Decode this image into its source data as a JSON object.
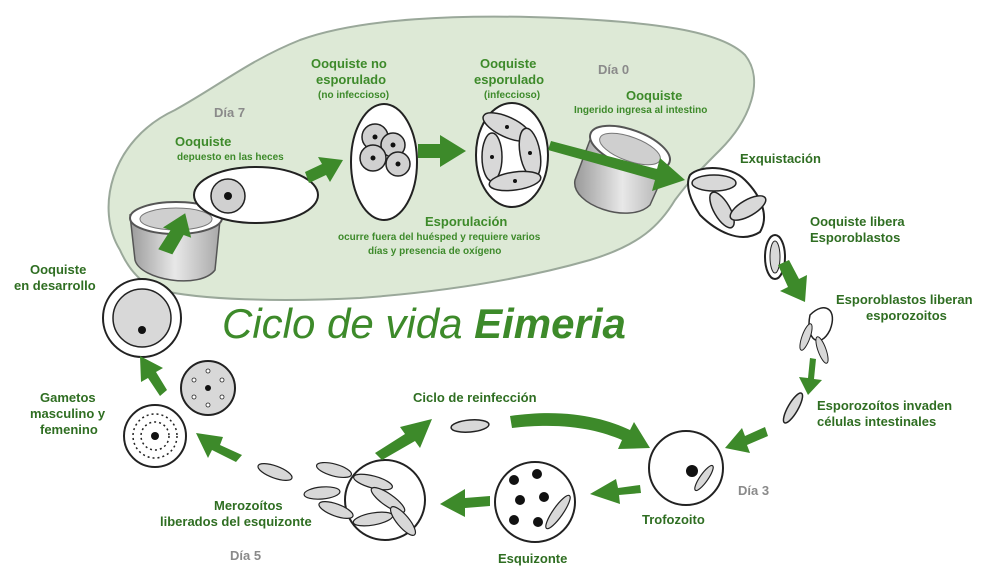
{
  "title": {
    "prefix": "Ciclo de vida ",
    "bold": "Eimeria"
  },
  "days": {
    "d0": "Día 0",
    "d3": "Día 3",
    "d5": "Día 5",
    "d7": "Día 7"
  },
  "stages": {
    "ooquiste_depuesto": {
      "title": "Ooquiste",
      "sub": "depuesto en las heces"
    },
    "ooquiste_no_esporulado": {
      "line1": "Ooquiste no",
      "line2": "esporulado",
      "sub": "(no infeccioso)"
    },
    "ooquiste_esporulado": {
      "line1": "Ooquiste",
      "line2": "esporulado",
      "sub": "(infeccioso)"
    },
    "ooquiste_ingerido": {
      "title": "Ooquiste",
      "sub": "Ingerido ingresa al intestino"
    },
    "esporulacion": {
      "line1": "Esporulación",
      "line2": "ocurre fuera del huésped y requiere varios",
      "line3": "días y presencia de oxígeno"
    },
    "exquistacion": {
      "label": "Exquistación"
    },
    "libera_esporoblastos": {
      "line1": "Ooquiste libera",
      "line2": "Esporoblastos"
    },
    "liberan_esporozoitos": {
      "line1": "Esporoblastos liberan",
      "line2": "esporozoitos"
    },
    "invaden_celulas": {
      "line1": "Esporozoítos invaden",
      "line2": "células intestinales"
    },
    "trofozoito": {
      "label": "Trofozoito"
    },
    "esquizonte": {
      "label": "Esquizonte"
    },
    "merozoitos": {
      "line1": "Merozoítos",
      "line2": "liberados del esquizonte"
    },
    "reinfeccion": {
      "label": "Ciclo de reinfección"
    },
    "gametos": {
      "line1": "Gametos",
      "line2": "masculino y",
      "line3": "femenino"
    },
    "ooquiste_desarrollo": {
      "line1": "Ooquiste",
      "line2": "en desarrollo"
    }
  },
  "colors": {
    "accent": "#3d8a2a",
    "environment_fill": "#dde9d6",
    "cell_fill": "#d6d6d6"
  }
}
